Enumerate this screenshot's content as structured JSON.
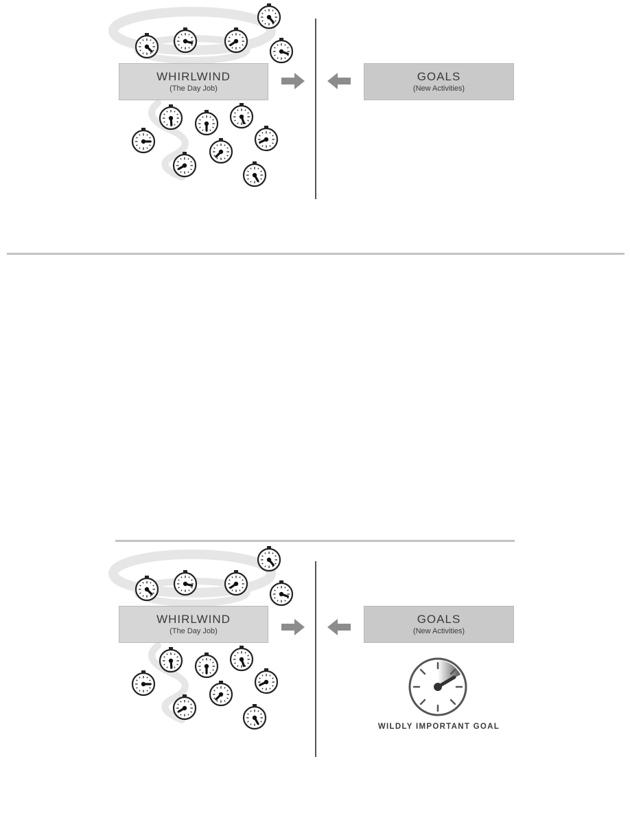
{
  "top_diagram": {
    "whirlwind": {
      "title": "WHIRLWIND",
      "subtitle": "(The Day Job)"
    },
    "goals": {
      "title": "GOALS",
      "subtitle": "(New Activities)"
    }
  },
  "bottom_diagram": {
    "whirlwind": {
      "title": "WHIRLWIND",
      "subtitle": "(The Day Job)"
    },
    "goals": {
      "title": "GOALS",
      "subtitle": "(New Activities)"
    },
    "wig_label": "WILDLY IMPORTANT GOAL"
  },
  "colors": {
    "box_left": "#d6d6d6",
    "box_right": "#c9c9c9",
    "arrow": "#8c8c8c",
    "divider": "#555555",
    "swirl": "#e6e6e6"
  },
  "icons": [
    "whirlwind-swirl-icon",
    "stopwatch-icon",
    "right-arrow-icon",
    "left-arrow-icon",
    "gauge-icon"
  ]
}
